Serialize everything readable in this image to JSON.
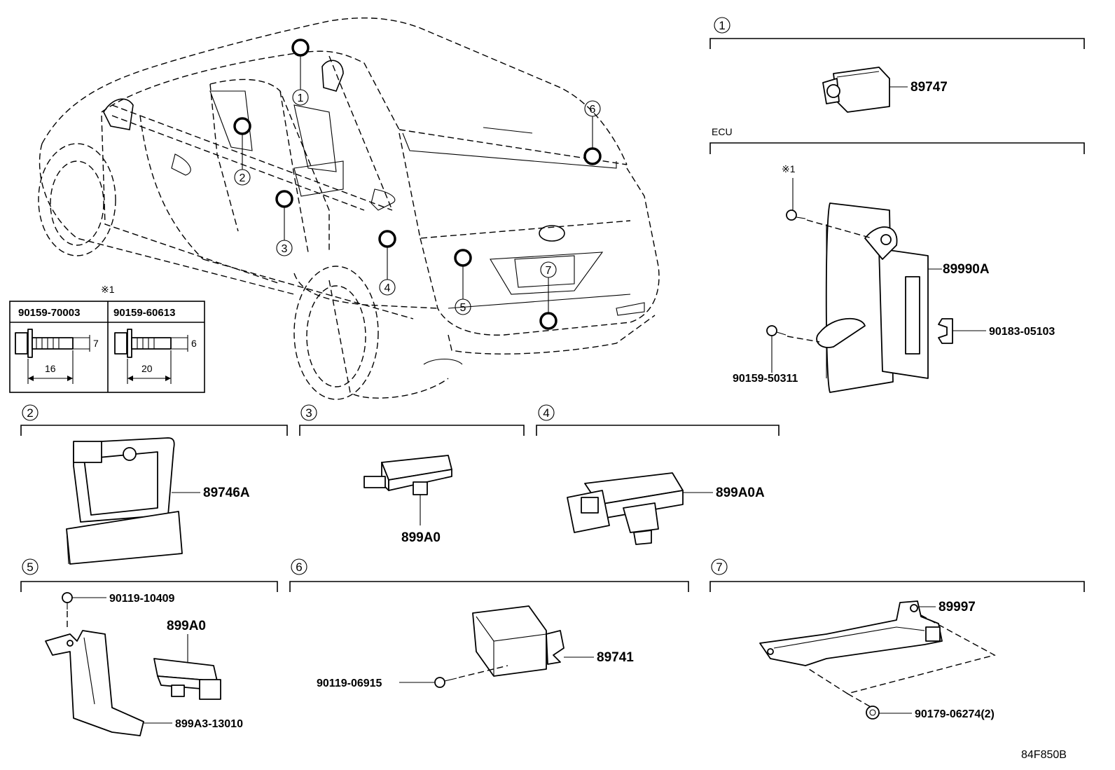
{
  "diagram_code": "84F850B",
  "callouts": [
    "1",
    "1",
    "2",
    "3",
    "4",
    "5",
    "6",
    "7"
  ],
  "note_mark": "※1",
  "ecu_label": "ECU",
  "sections": {
    "s1": {
      "num": "1",
      "parts": {
        "p89747": "89747"
      }
    },
    "ecu": {
      "parts": {
        "p89990a": "89990A",
        "p9018305103": "90183-05103",
        "p9015950311": "90159-50311"
      },
      "mark": "※1"
    },
    "s2": {
      "num": "2",
      "parts": {
        "p89746a": "89746A"
      }
    },
    "s3": {
      "num": "3",
      "parts": {
        "p899a0": "899A0"
      }
    },
    "s4": {
      "num": "4",
      "parts": {
        "p899a0a": "899A0A"
      }
    },
    "s5": {
      "num": "5",
      "parts": {
        "p9011910409": "90119-10409",
        "p899a0": "899A0",
        "p899a313010": "899A3-13010"
      }
    },
    "s6": {
      "num": "6",
      "parts": {
        "p89741": "89741",
        "p9011906915": "90119-06915"
      }
    },
    "s7": {
      "num": "7",
      "parts": {
        "p89997": "89997",
        "p9017906274": "90179-06274(2)"
      }
    }
  },
  "bolt_table": {
    "mark": "※1",
    "columns": [
      {
        "part": "90159-70003",
        "length": "16",
        "dia": "7"
      },
      {
        "part": "90159-60613",
        "length": "20",
        "dia": "6"
      }
    ]
  }
}
